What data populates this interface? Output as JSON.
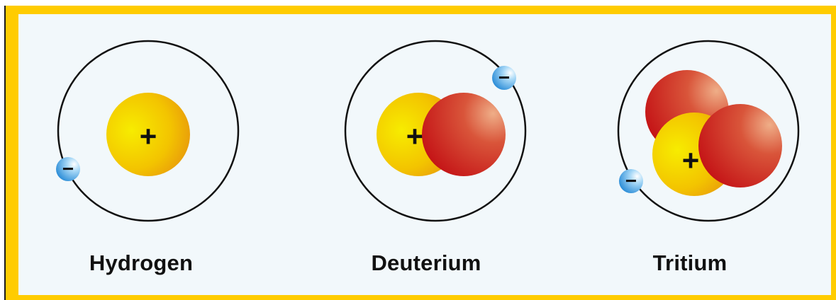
{
  "atoms": [
    {
      "name": "Hydrogen",
      "protons": 1,
      "neutrons": 0,
      "electrons": 1
    },
    {
      "name": "Deuterium",
      "protons": 1,
      "neutrons": 1,
      "electrons": 1
    },
    {
      "name": "Tritium",
      "protons": 1,
      "neutrons": 2,
      "electrons": 1
    }
  ],
  "symbols": {
    "proton_charge": "+",
    "electron_charge": "−"
  },
  "colors": {
    "frame": "#ffcc00",
    "background": "#f2f8fb",
    "proton": "#f2c200",
    "neutron": "#cc1a1a",
    "electron": "#4aa6e8",
    "orbit": "#111111"
  }
}
